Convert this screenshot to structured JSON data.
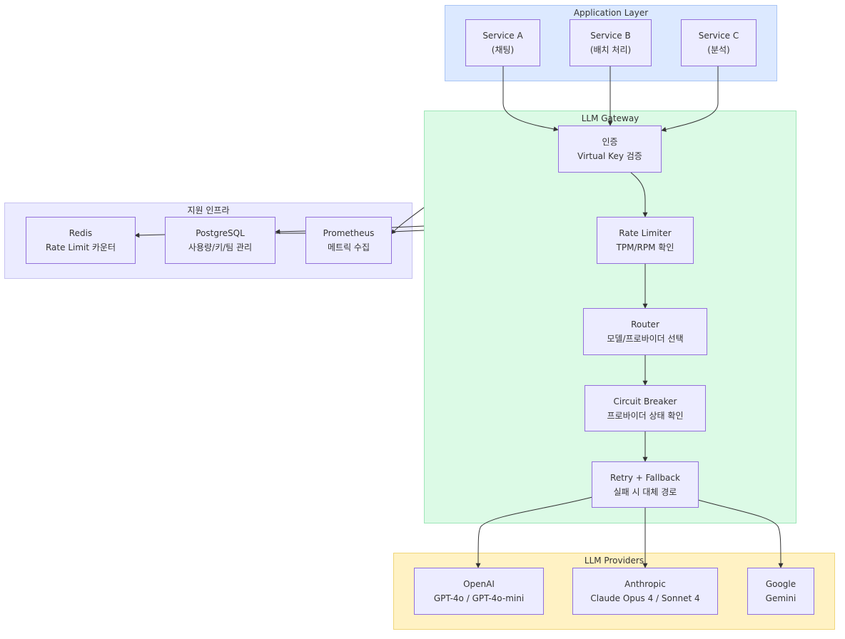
{
  "clusters": {
    "application": {
      "title": "Application Layer",
      "fill": "#dce9ff",
      "stroke": "#a9c5f5"
    },
    "gateway": {
      "title": "LLM Gateway",
      "fill": "#dcfae6",
      "stroke": "#9ee6b8"
    },
    "infra": {
      "title": "지원 인프라",
      "fill": "#ebebff",
      "stroke": "#c7c2f0"
    },
    "providers": {
      "title": "LLM Providers",
      "fill": "#fff2c4",
      "stroke": "#f0d67a"
    }
  },
  "nodes": {
    "service_a": {
      "line1": "Service A",
      "line2": "(채팅)"
    },
    "service_b": {
      "line1": "Service B",
      "line2": "(배치 처리)"
    },
    "service_c": {
      "line1": "Service C",
      "line2": "(분석)"
    },
    "auth": {
      "line1": "인증",
      "line2": "Virtual Key 검증"
    },
    "rate_limiter": {
      "line1": "Rate Limiter",
      "line2": "TPM/RPM 확인"
    },
    "router": {
      "line1": "Router",
      "line2": "모델/프로바이더 선택"
    },
    "circuit_breaker": {
      "line1": "Circuit Breaker",
      "line2": "프로바이더 상태 확인"
    },
    "retry": {
      "line1": "Retry + Fallback",
      "line2": "실패 시 대체 경로"
    },
    "redis": {
      "line1": "Redis",
      "line2": "Rate Limit 카운터"
    },
    "postgres": {
      "line1": "PostgreSQL",
      "line2": "사용량/키/팀 관리"
    },
    "prometheus": {
      "line1": "Prometheus",
      "line2": "메트릭 수집"
    },
    "openai": {
      "line1": "OpenAI",
      "line2": "GPT-4o / GPT-4o-mini"
    },
    "anthropic": {
      "line1": "Anthropic",
      "line2": "Claude Opus 4 / Sonnet 4"
    },
    "google": {
      "line1": "Google",
      "line2": "Gemini"
    }
  },
  "edges": [
    {
      "from": "service_a",
      "to": "auth"
    },
    {
      "from": "service_b",
      "to": "auth"
    },
    {
      "from": "service_c",
      "to": "auth"
    },
    {
      "from": "auth",
      "to": "rate_limiter"
    },
    {
      "from": "rate_limiter",
      "to": "router"
    },
    {
      "from": "router",
      "to": "circuit_breaker"
    },
    {
      "from": "circuit_breaker",
      "to": "retry"
    },
    {
      "from": "retry",
      "to": "openai"
    },
    {
      "from": "retry",
      "to": "anthropic"
    },
    {
      "from": "retry",
      "to": "google"
    },
    {
      "from": "gateway",
      "to": "prometheus"
    },
    {
      "from": "gateway",
      "to": "prometheus"
    },
    {
      "from": "gateway",
      "to": "prometheus"
    },
    {
      "from": "prometheus",
      "to": "postgres"
    },
    {
      "from": "prometheus",
      "to": "postgres"
    },
    {
      "from": "postgres",
      "to": "redis"
    }
  ]
}
